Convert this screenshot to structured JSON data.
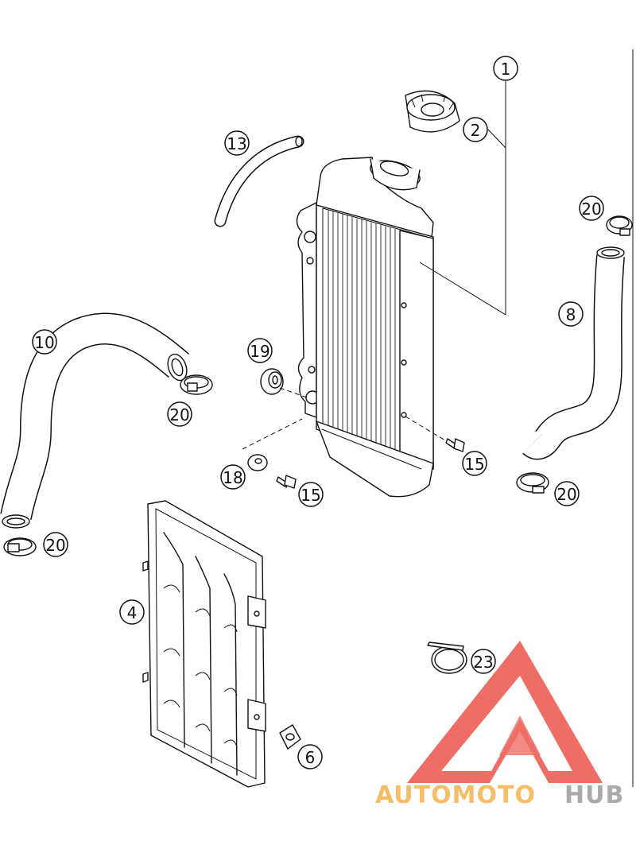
{
  "callouts": [
    {
      "id": "c1",
      "label": "1"
    },
    {
      "id": "c2",
      "label": "2"
    },
    {
      "id": "c13",
      "label": "13"
    },
    {
      "id": "c20a",
      "label": "20"
    },
    {
      "id": "c8",
      "label": "8"
    },
    {
      "id": "c10",
      "label": "10"
    },
    {
      "id": "c19",
      "label": "19"
    },
    {
      "id": "c20b",
      "label": "20"
    },
    {
      "id": "c15a",
      "label": "15"
    },
    {
      "id": "c18",
      "label": "18"
    },
    {
      "id": "c15b",
      "label": "15"
    },
    {
      "id": "c20c",
      "label": "20"
    },
    {
      "id": "c20d",
      "label": "20"
    },
    {
      "id": "c4",
      "label": "4"
    },
    {
      "id": "c23",
      "label": "23"
    },
    {
      "id": "c6",
      "label": "6"
    }
  ],
  "watermark": {
    "part1": "AUTOMOTO",
    "part2": "HUB",
    "color_primary": "#e8372c",
    "color_secondary": "#f2a52a",
    "color_dark": "#8a8a8a"
  }
}
